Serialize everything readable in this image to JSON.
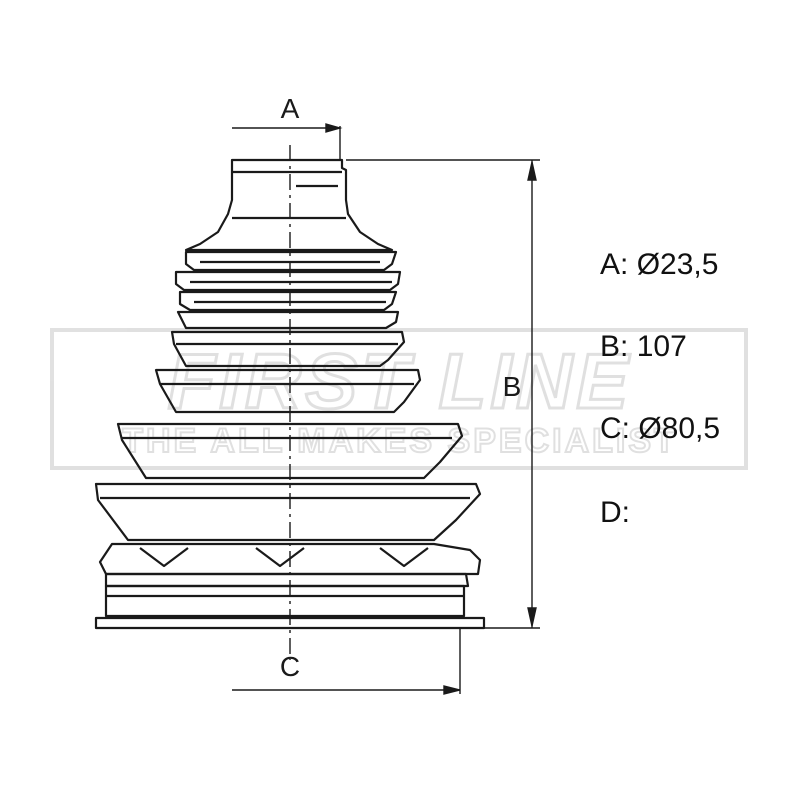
{
  "diagram": {
    "dimension_letters": {
      "a": "A",
      "b": "B",
      "c": "C"
    },
    "specs": [
      {
        "label": "A:",
        "value": "Ø23,5"
      },
      {
        "label": "B:",
        "value": "107"
      },
      {
        "label": "C:",
        "value": "Ø80,5"
      },
      {
        "label": "D:",
        "value": ""
      }
    ]
  },
  "watermark": {
    "brand": "FIRST LINE",
    "tagline": "THE ALL MAKES SPECIALIST"
  },
  "colors": {
    "line": "#1a1a1a",
    "watermark": "#c8c8c8"
  }
}
